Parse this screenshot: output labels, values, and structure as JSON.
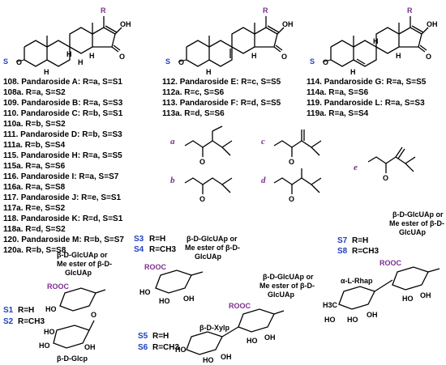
{
  "steroid_labels": {
    "R": "R",
    "OH": "OH",
    "O": "O",
    "S": "S",
    "H": "H"
  },
  "compounds_col1": [
    "108. Pandaroside A: R=a, S=S1",
    "108a. R=a, S=S2",
    "109. Pandaroside B: R=a, S=S3",
    "110. Pandaroside C: R=b, S=S1",
    "110a. R=b, S=S2",
    "111. Pandaroside D: R=b, S=S3",
    "111a. R=b, S=S4",
    "115. Pandaroside H: R=a, S=S5",
    "115a. R=a, S=S6",
    "116. Pandaroside I: R=a, S=S7",
    "116a. R=a, S=S8",
    "117. Pandaroside J: R=e, S=S1",
    "117a. R=e, S=S2",
    "118. Pandaroside K: R=d, S=S1",
    "118a. R=d, S=S2",
    "120. Pandaroside M: R=b, S=S7",
    "120a. R=b, S=S8"
  ],
  "compounds_col2": [
    "112. Pandaroside E: R=c, S=S5",
    "112a. R=c, S=S6",
    "113. Pandaroside F: R=d, S=S5",
    "113a. R=d, S=S6"
  ],
  "compounds_col3": [
    "114. Pandaroside G: R=a, S=S5",
    "114a. R=a, S=S6",
    "119. Pandaroside L: R=a, S=S3",
    "119a. R=a, S=S4"
  ],
  "side_chain_letters": [
    "a",
    "b",
    "c",
    "d",
    "e"
  ],
  "sugars": {
    "s1": {
      "label": "S1",
      "def": "R=H"
    },
    "s2": {
      "label": "S2",
      "def": "R=CH3"
    },
    "s3": {
      "label": "S3",
      "def": "R=H"
    },
    "s4": {
      "label": "S4",
      "def": "R=CH3"
    },
    "s5": {
      "label": "S5",
      "def": "R=H"
    },
    "s6": {
      "label": "S6",
      "def": "R=CH3"
    },
    "s7": {
      "label": "S7",
      "def": "R=H"
    },
    "s8": {
      "label": "S8",
      "def": "R=CH3"
    }
  },
  "sugar_names": {
    "glcua_line1": "β-D-GlcUAp or",
    "glcua_line2": "Me ester of β-D-",
    "glcua_line3": "GlcUAp",
    "glc": "β-D-Glcp",
    "xyl": "β-D-Xylp",
    "rha": "α-L-Rhap"
  },
  "atom_labels": {
    "ROOC": "ROOC",
    "HO": "HO",
    "OH": "OH",
    "O": "O",
    "H3C": "H3C"
  },
  "colors": {
    "R_label": "#7b2d8e",
    "sugar_label": "#1f3fbf",
    "text": "#000000"
  }
}
